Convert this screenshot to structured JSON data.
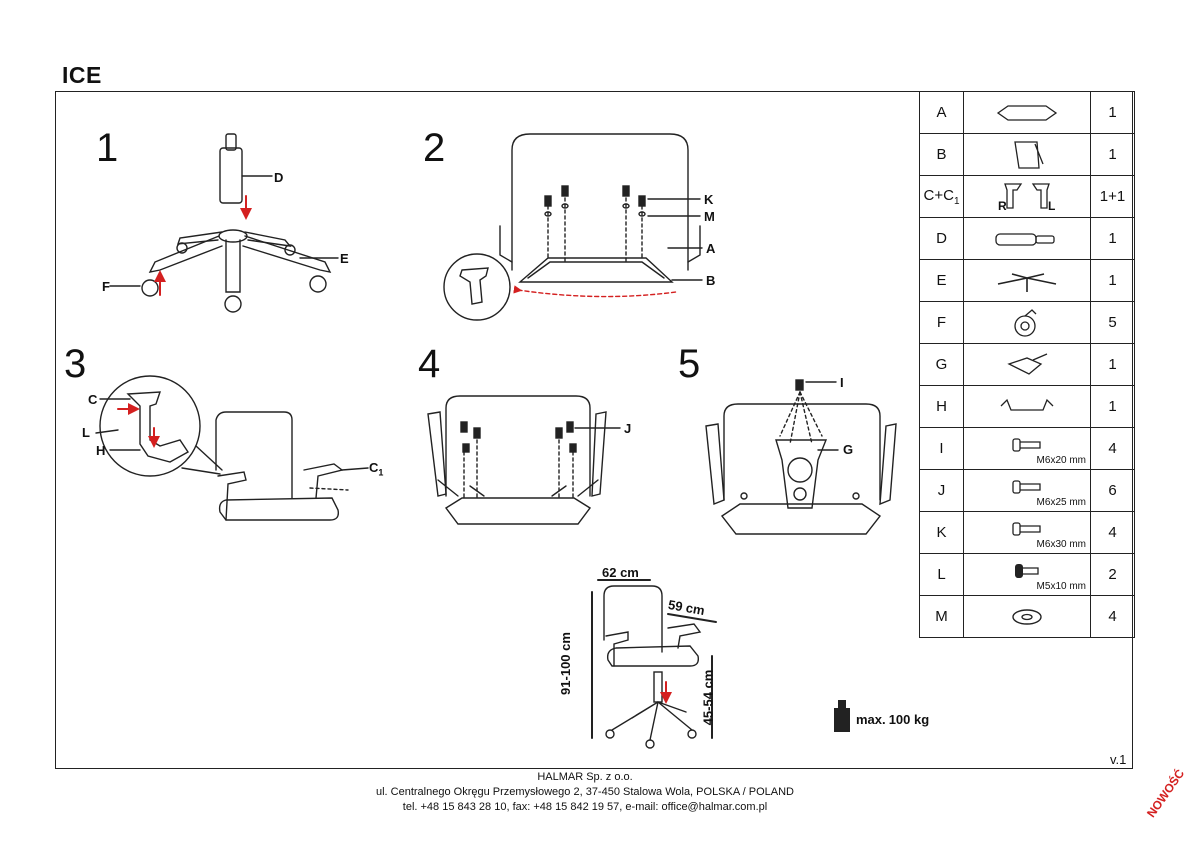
{
  "title": "ICE",
  "steps": [
    "1",
    "2",
    "3",
    "4",
    "5"
  ],
  "labels": {
    "step1": {
      "D": "D",
      "E": "E",
      "F": "F"
    },
    "step2": {
      "K": "K",
      "M": "M",
      "A": "A",
      "B": "B"
    },
    "step3": {
      "C": "C",
      "L": "L",
      "H": "H",
      "C1": "C",
      "C1_sub": "1"
    },
    "step4": {
      "J": "J"
    },
    "step5": {
      "I": "I",
      "G": "G"
    }
  },
  "dimensions": {
    "width": "62 cm",
    "depth": "59 cm",
    "height": "91-100 cm",
    "seat_height": "45-54 cm"
  },
  "max_load": {
    "prefix": "max.",
    "value": "100 kg"
  },
  "parts": [
    {
      "letter": "A",
      "qty": "1",
      "icon": "seat-icon",
      "spec": ""
    },
    {
      "letter": "B",
      "qty": "1",
      "icon": "backrest-icon",
      "spec": ""
    },
    {
      "letter": "C+C",
      "letter_sub": "1",
      "qty": "1+1",
      "icon": "armrests-icon",
      "spec": "",
      "extra_r": "R",
      "extra_l": "L"
    },
    {
      "letter": "D",
      "qty": "1",
      "icon": "gas-lift-icon",
      "spec": ""
    },
    {
      "letter": "E",
      "qty": "1",
      "icon": "star-base-icon",
      "spec": ""
    },
    {
      "letter": "F",
      "qty": "5",
      "icon": "caster-icon",
      "spec": ""
    },
    {
      "letter": "G",
      "qty": "1",
      "icon": "mechanism-icon",
      "spec": ""
    },
    {
      "letter": "H",
      "qty": "1",
      "icon": "armrest-bracket-icon",
      "spec": ""
    },
    {
      "letter": "I",
      "qty": "4",
      "icon": "bolt-icon",
      "spec": "M6x20 mm"
    },
    {
      "letter": "J",
      "qty": "6",
      "icon": "bolt-icon",
      "spec": "M6x25 mm"
    },
    {
      "letter": "K",
      "qty": "4",
      "icon": "bolt-icon",
      "spec": "M6x30 mm"
    },
    {
      "letter": "L",
      "qty": "2",
      "icon": "screw-icon",
      "spec": "M5x10 mm"
    },
    {
      "letter": "M",
      "qty": "4",
      "icon": "washer-icon",
      "spec": ""
    }
  ],
  "version": "v.1",
  "footer": {
    "line1": "HALMAR Sp. z o.o.",
    "line2": "ul. Centralnego Okręgu Przemysłowego 2, 37-450 Stalowa Wola, POLSKA / POLAND",
    "line3": "tel. +48 15 843 28 10, fax: +48 15 842 19 57, e-mail: office@halmar.com.pl"
  },
  "badge": "NOWOŚĆ",
  "colors": {
    "arrow": "#d42020",
    "line": "#222222"
  }
}
